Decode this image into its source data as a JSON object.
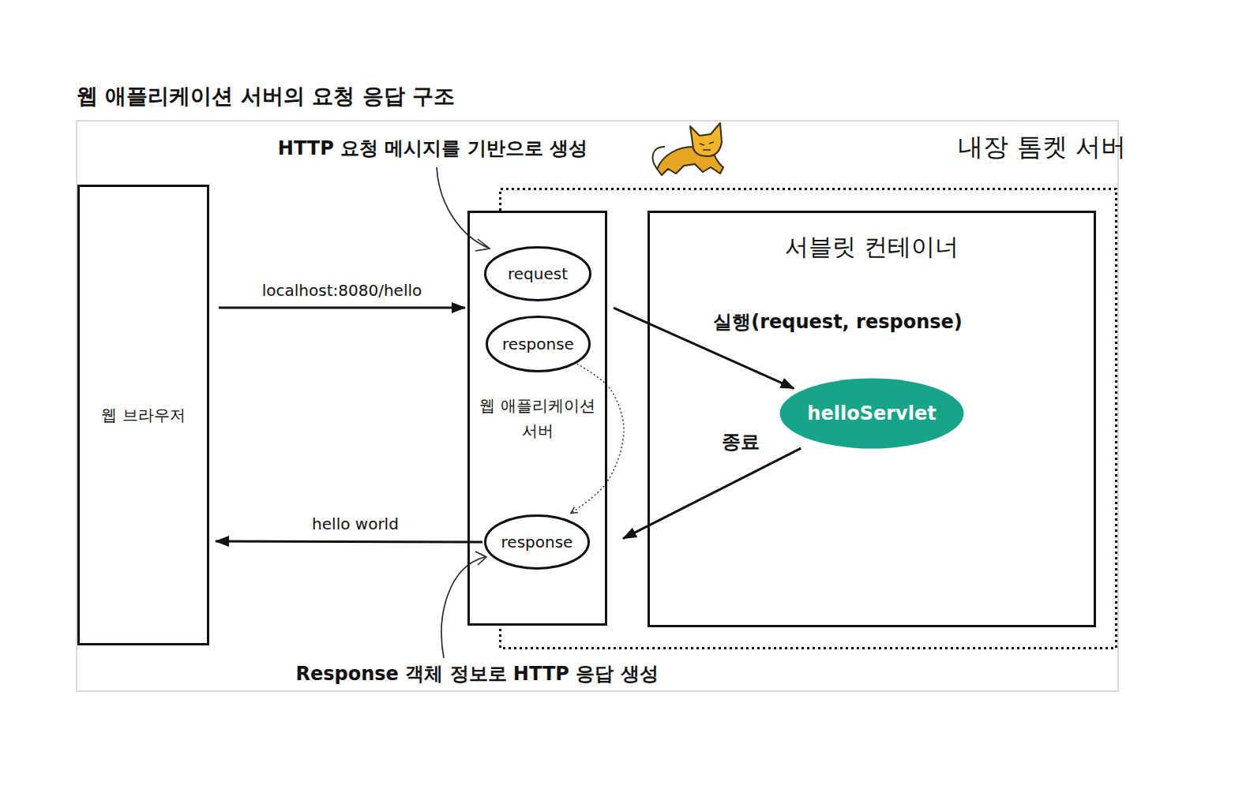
{
  "diagram": {
    "title": "웹 애플리케이션 서버의 요청 응답 구조",
    "nodes": [
      {
        "text": [
          "웹 브라우저"
        ]
      },
      {
        "text": [
          "내장 톰켓 서버"
        ]
      },
      {
        "text": [
          "웹 애플리케이션 서버"
        ],
        "in": 1
      },
      {
        "text": [
          "request"
        ],
        "in": 2
      },
      {
        "text": [
          "response"
        ],
        "in": 2
      },
      {
        "text": [
          "response"
        ],
        "in": 2
      },
      {
        "text": [
          "서블릿 컨테이너"
        ],
        "in": 1
      },
      {
        "text": [
          "helloServlet"
        ],
        "in": 6
      }
    ],
    "edges": [
      {
        "from": 0,
        "to": 2,
        "arrow": "to",
        "label": "localhost:8080/hello"
      },
      {
        "from": 5,
        "to": 0,
        "arrow": "to",
        "label": "hello world"
      },
      {
        "from": 2,
        "to": 7,
        "arrow": "to",
        "label": "실행(request, response)"
      },
      {
        "from": 7,
        "to": 2,
        "arrow": "to",
        "label": "종료"
      },
      {
        "from": 4,
        "to": 5,
        "arrow": "to"
      }
    ],
    "labels": [
      "HTTP 요청 메시지를 기반으로 생성",
      "Response 객체 정보로 HTTP 응답 생성"
    ]
  }
}
